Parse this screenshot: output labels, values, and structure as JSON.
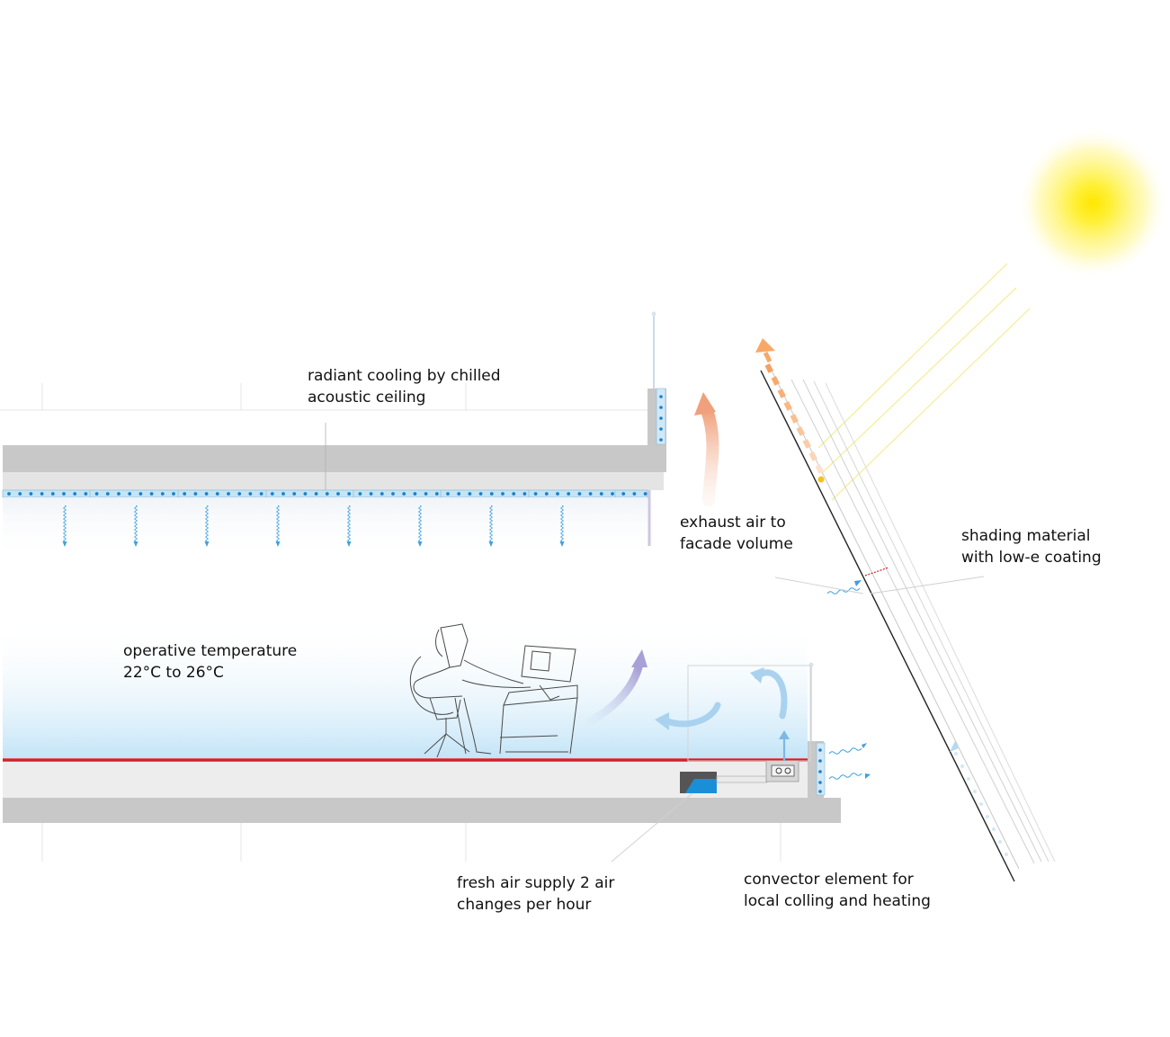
{
  "labels": {
    "ceiling": {
      "line1": "radiant cooling by chilled",
      "line2": "acoustic ceiling"
    },
    "exhaust": {
      "line1": "exhaust air to",
      "line2": "facade volume"
    },
    "shading": {
      "line1": "shading material",
      "line2": "with low-e coating"
    },
    "temperature": {
      "line1": "operative temperature",
      "line2": "22°C to 26°C"
    },
    "fresh_air": {
      "line1": "fresh air supply 2 air",
      "line2": "changes per hour"
    },
    "convector": {
      "line1": "convector element for",
      "line2": "local colling and heating"
    }
  },
  "colors": {
    "slab": "#c8c8c8",
    "chilled_panel": "#c6e4f4",
    "pipe_dot": "#1e7fc4",
    "floor_line": "#d41f26",
    "cool_air": "#cfe9f8",
    "sun_core": "#fff23a",
    "warm_air": "#f4a060",
    "fresh_air_duct": "#1a8fd8"
  }
}
